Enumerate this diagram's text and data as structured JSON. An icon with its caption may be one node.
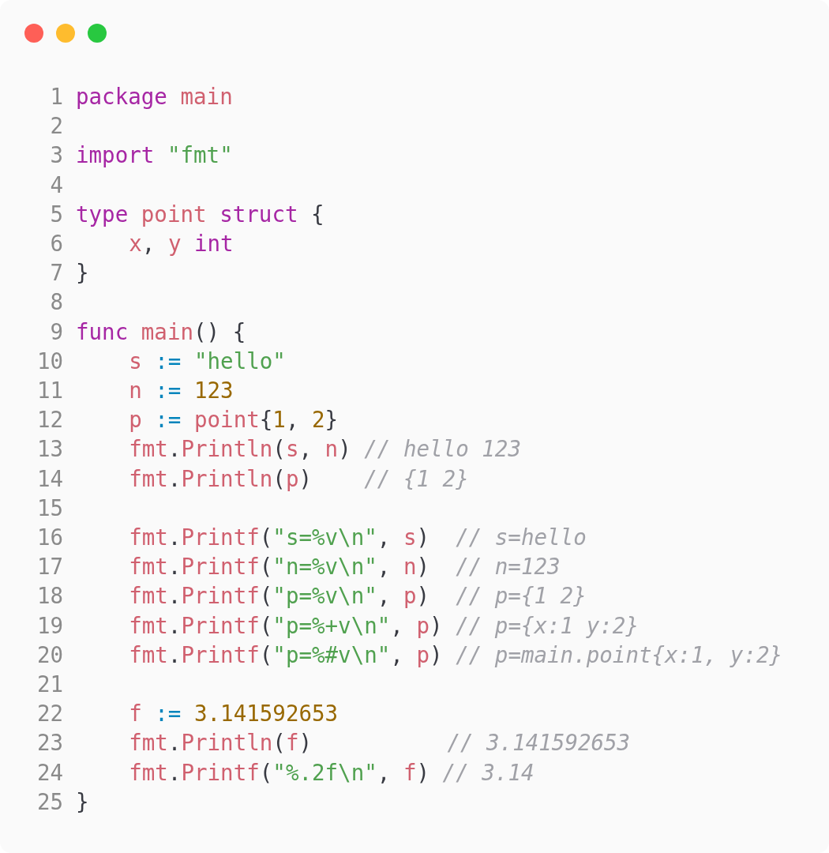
{
  "diagram": {
    "labels": [
      "1",
      "package main",
      "2",
      "3",
      "import \"fmt\"",
      "4",
      "5",
      "type point struct {",
      "6",
      "x, y int",
      "7",
      "}",
      "8",
      "9",
      "func main() {",
      "10",
      "s := \"hello\"",
      "11",
      "n := 123",
      "12",
      "p := point{1, 2}",
      "13",
      "fmt.Println(s, n) // hello 123",
      "14",
      "fmt.Println(p)    // {1 2}",
      "15",
      "16",
      "fmt.Printf(\"s=%v\\n\", s)  // s=hello",
      "17",
      "fmt.Printf(\"n=%v\\n\", n)  // n=123",
      "18",
      "fmt.Printf(\"p=%v\\n\", p)  // p={1 2}",
      "19",
      "fmt.Printf(\"p=%+v\\n\", p) // p={x:1 y:2}",
      "20",
      "fmt.Printf(\"p=%#v\\n\", p) // p=main.point{x:1, y:2}",
      "21",
      "22",
      "f := 3.141592653",
      "23",
      "fmt.Println(f)",
      "// 3.141592653",
      "24",
      "fmt.Printf(\"%.2f\\n\", f) // 3.14",
      "25",
      "}"
    ]
  }
}
